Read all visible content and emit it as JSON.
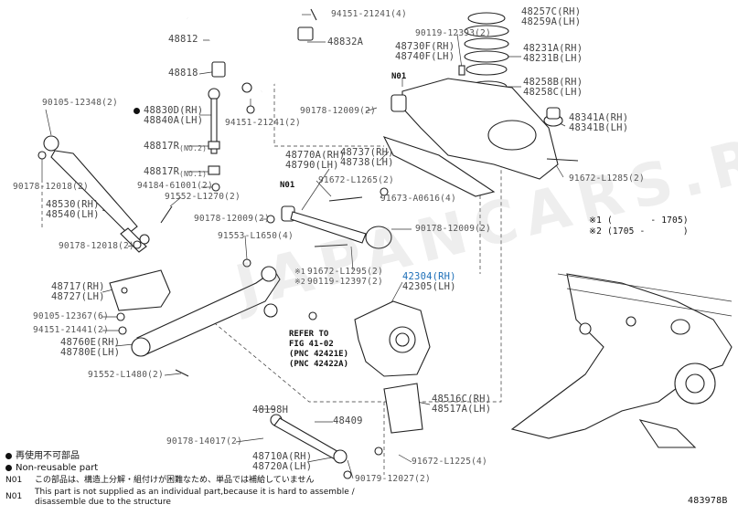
{
  "diagram_id": "483978B",
  "callouts": {
    "c94151_top": "94151-21241(4)",
    "c48812": "48812",
    "c48832A": "48832A",
    "c48818": "48818",
    "c94151_mid": "94151-21241(2)",
    "c48257C": "48257C(RH)",
    "c48259A": "48259A(LH)",
    "c90119_12393": "90119-12393(2)",
    "c48730F": "48730F(RH)",
    "c48740F": "48740F(LH)",
    "c48231A": "48231A(RH)",
    "c48231B": "48231B(LH)",
    "n01_top": "N01",
    "c48258B": "48258B(RH)",
    "c48258C": "48258C(LH)",
    "c90105_12348": "90105-12348(2)",
    "c48830D": "48830D(RH)",
    "c48840A": "48840A(LH)",
    "c90178_12009_a": "90178-12009(2)",
    "c48341A": "48341A(RH)",
    "c48341B": "48341B(LH)",
    "c48817R_2": "48817R",
    "c48817R_2_note": "(NO.2)",
    "c48770A": "48770A(RH)",
    "c48790": "48790(LH)",
    "c48737": "48737(RH)",
    "c48738": "48738(LH)",
    "c48817R_1": "48817R",
    "c48817R_1_note": "(NO.1)",
    "c90178_12018_a": "90178-12018(2)",
    "c94184_61001": "94184-61001(2)",
    "c91672_L1265": "91672-L1265(2)",
    "c91672_L1285": "91672-L1285(2)",
    "c91552_L1270": "91552-L1270(2)",
    "n01_mid": "N01",
    "c91673_A0616": "91673-A0616(4)",
    "c48530": "48530(RH)",
    "c48540": "48540(LH)",
    "c90178_12009_b": "90178-12009(2)",
    "c90178_12009_c": "90178-12009(2)",
    "c90178_12018_b": "90178-12018(2)",
    "c91553_L1650": "91553-L1650(4)",
    "c91672_L1295": "91672-L1295(2)",
    "c90119_12397": "90119-12397(2)",
    "mark1": "※1",
    "mark2": "※2",
    "c42304": "42304(RH)",
    "c42305": "42305(LH)",
    "c48717": "48717(RH)",
    "c48727": "48727(LH)",
    "c90105_12367": "90105-12367(6)",
    "c94151_21441": "94151-21441(2)",
    "c48760E": "48760E(RH)",
    "c48780E": "48780E(LH)",
    "c91552_L1480": "91552-L1480(2)",
    "c48516C": "48516C(RH)",
    "c48517A": "48517A(LH)",
    "c48198H": "48198H",
    "c48409": "48409",
    "c90178_14017": "90178-14017(2)",
    "c48710A": "48710A(RH)",
    "c48720A": "48720A(LH)",
    "c91672_L1225": "91672-L1225(4)",
    "c90179_12027": "90179-12027(2)"
  },
  "refer": {
    "line1": "REFER TO",
    "line2": "FIG 41-02",
    "line3": "(PNC 42421E)",
    "line4": "(PNC 42422A)"
  },
  "notes": {
    "note1": "※1 (       - 1705)",
    "note2": "※2 (1705 -       )"
  },
  "legend": {
    "reusable_jp": "再使用不可部品",
    "nonreusable_en": "Non-reusable part",
    "n01_code": "N01",
    "n01_jp": "この部品は、構造上分解・組付けが困難なため、単品では補給していません",
    "n01_code2": "N01",
    "n01_en1": "This part is not supplied as an individual part,because it is hard to assemble /",
    "n01_en2": "disassemble due to the structure"
  },
  "watermark": "JAPANCARS.RU",
  "colors": {
    "line": "#333333",
    "text": "#555555",
    "highlight": "#1d6fb8"
  }
}
